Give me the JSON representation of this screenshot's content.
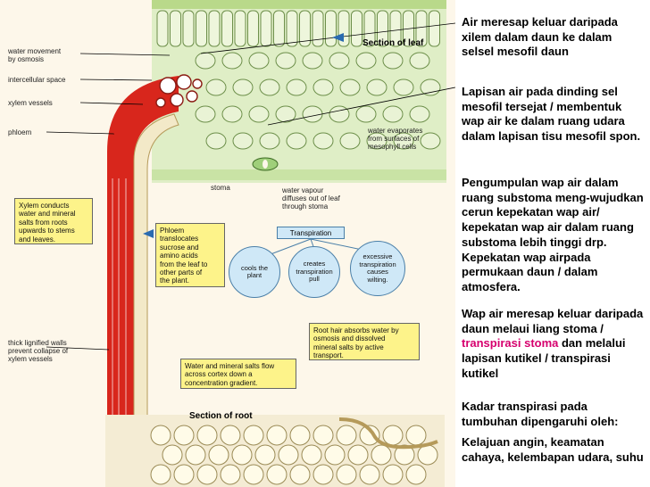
{
  "figure": {
    "section_leaf": "Section of leaf",
    "section_root": "Section of root",
    "water_movement": "water movement\nby osmosis",
    "intercellular": "intercellular space",
    "xylem_vessels": "xylem vessels",
    "phloem": "phloem",
    "water_evaporates": "water evaporates\nfrom surfaces of\nmesophyll cells",
    "stoma": "stoma",
    "water_vapour": "water vapour\ndiffuses out of leaf\nthrough stoma",
    "thick_walls": "thick lignified walls\nprevent collapse of\nxylem vessels",
    "xylem_box": "Xylem conducts\nwater and mineral\nsalts from roots\nupwards to stems\nand leaves.",
    "phloem_box": "Phloem\ntranslocates\nsucrose and\namino acids\nfrom the leaf to\nother parts of\nthe plant.",
    "root_hair_box": "Root hair absorbs water by\nosmosis and dissolved\nmineral salts by active\ntransport.",
    "water_flow_box": "Water and mineral salts flow\nacross cortex down a\nconcentration gradient.",
    "transpiration": "Transpiration",
    "cools": "cools the\nplant",
    "creates_pull": "creates\ntranspiration\npull",
    "excessive": "excessive\ntranspiration\ncauses\nwilting."
  },
  "notes": {
    "n1": "Air meresap keluar daripada xilem dalam daun ke dalam selsel mesofil daun",
    "n2": "Lapisan air pada dinding sel mesofil tersejat / membentuk wap air  ke dalam ruang udara dalam lapisan tisu mesofil spon.",
    "n3": "Pengumpulan wap air dalam ruang substoma meng-wujudkan cerun kepekatan wap air/ kepekatan wap air dalam ruang substoma lebih tinggi drp. Kepekatan wap airpada permukaan daun / dalam atmosfera.",
    "n4_a": "Wap air meresap keluar daripada daun melaui liang stoma / ",
    "n4_hl": "transpirasi stoma",
    "n4_b": " dan melalui lapisan kutikel / transpirasi kutikel",
    "n5": "Kadar transpirasi pada tumbuhan dipengaruhi oleh:",
    "n6": "Kelajuan angin, keamatan cahaya, kelembapan udara, suhu"
  },
  "colors": {
    "xylem": "#d8261c",
    "highlight": "#d6006e",
    "box": "#fdf38a",
    "bubble": "#cfe8f7"
  }
}
